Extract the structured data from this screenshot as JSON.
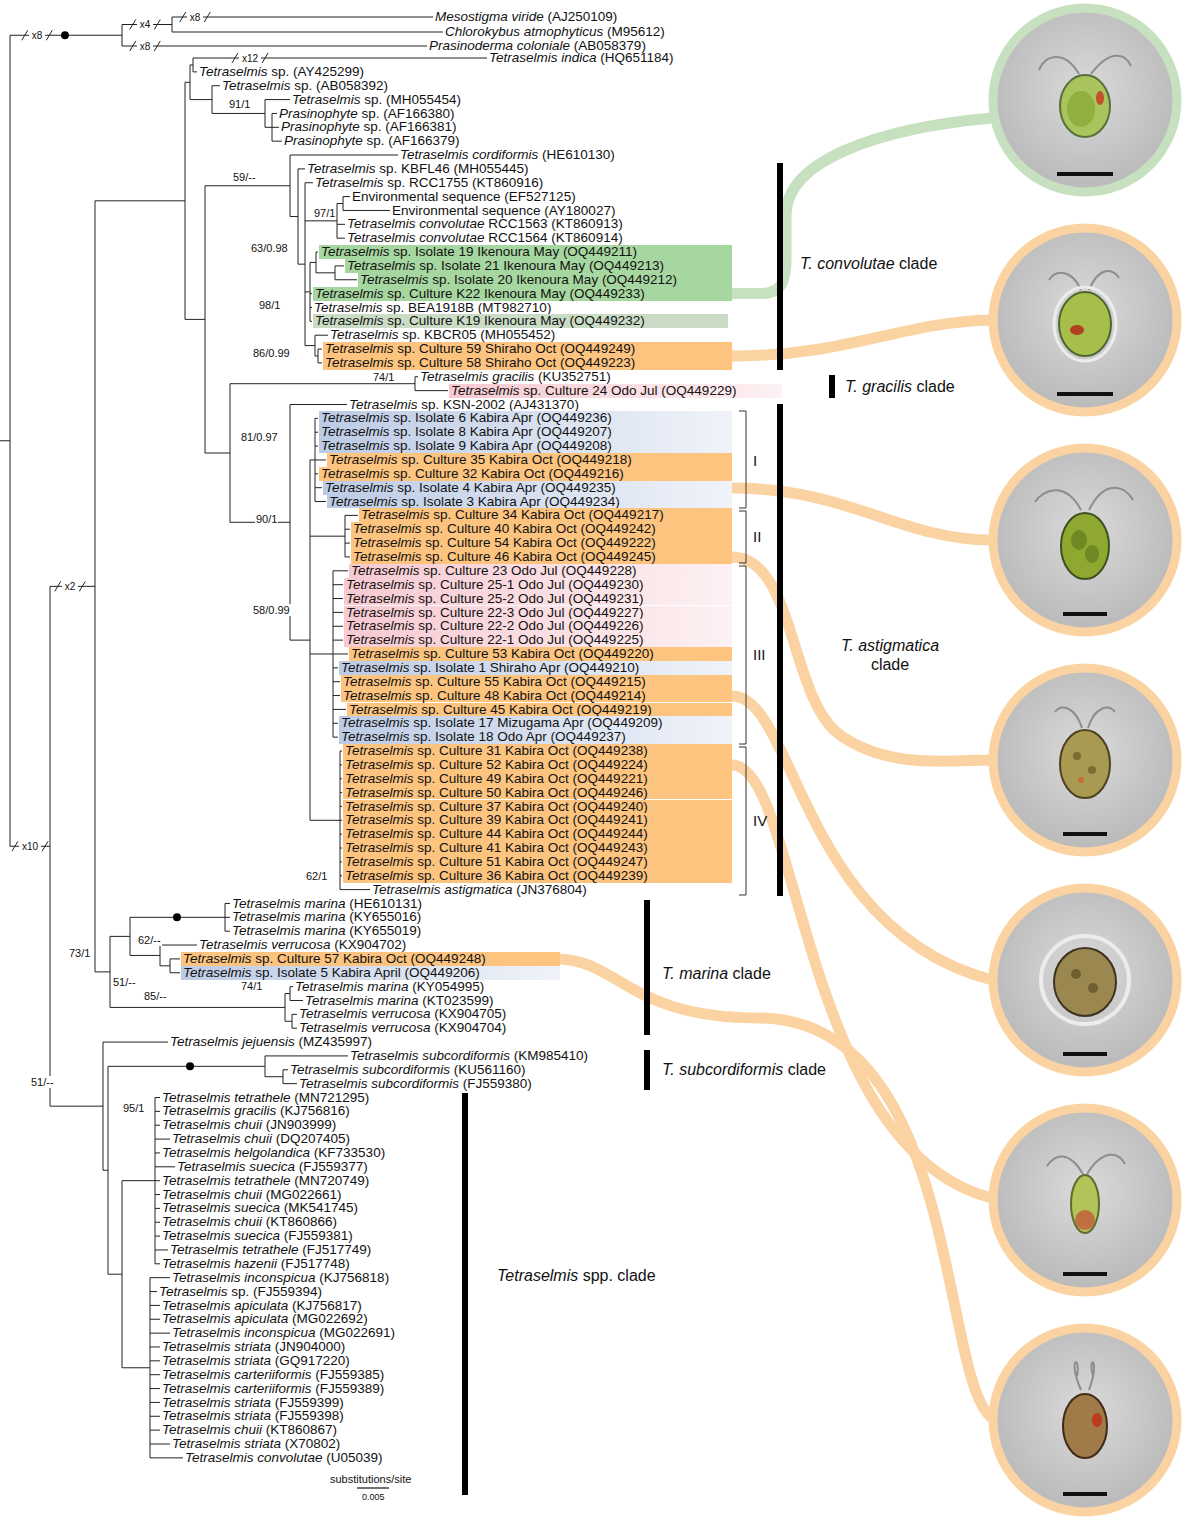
{
  "diagram": {
    "nodes": [
      {
        "text": [
          "Tetraselmis sp. Isolate 19 Ikenoura May (OQ449211)"
        ]
      },
      {
        "text": [
          "Tetraselmis sp. Isolate 21 Ikenoura May (OQ449213)"
        ]
      },
      {
        "text": [
          "Tetraselmis sp. Isolate 20 Ikenoura May (OQ449212)"
        ]
      },
      {
        "text": [
          "Tetraselmis sp. Culture K22 Ikenoura May (OQ449233)"
        ]
      },
      {
        "text": [
          "Tetraselmis sp. Culture K19 Ikenoura May (OQ449232)"
        ]
      },
      {
        "text": [
          "Tetraselmis sp. Culture 59 Shiraho Oct (OQ449249)"
        ]
      },
      {
        "text": [
          "Tetraselmis sp. Culture 58 Shiraho Oct (OQ449223)"
        ]
      },
      {
        "text": [
          "Tetraselmis sp. Culture 24 Odo Jul (OQ449229)"
        ]
      },
      {
        "text": [
          "Tetraselmis sp. Isolate 6 Kabira Apr (OQ449236)"
        ]
      },
      {
        "text": [
          "Tetraselmis sp. Isolate 8 Kabira Apr (OQ449207)"
        ]
      },
      {
        "text": [
          "Tetraselmis sp. Isolate 9 Kabira Apr (OQ449208)"
        ]
      },
      {
        "text": [
          "Tetraselmis sp. Culture 35 Kabira Oct (OQ449218)"
        ]
      },
      {
        "text": [
          "Tetraselmis sp. Culture 32 Kabira Oct (OQ449216)"
        ]
      },
      {
        "text": [
          "Tetraselmis sp. Isolate 4 Kabira Apr (OQ449235)"
        ]
      },
      {
        "text": [
          "Tetraselmis sp. Isolate 3 Kabira Apr (OQ449234)"
        ]
      },
      {
        "text": [
          "Tetraselmis sp. Culture 34 Kabira Oct (OQ449217)"
        ]
      },
      {
        "text": [
          "Tetraselmis sp. Culture 40 Kabira Oct (OQ449242)"
        ]
      },
      {
        "text": [
          "Tetraselmis sp. Culture 54 Kabira Oct (OQ449222)"
        ]
      },
      {
        "text": [
          "Tetraselmis sp. Culture 46 Kabira Oct (OQ449245)"
        ]
      },
      {
        "text": [
          "Tetraselmis sp. Culture 23 Odo Jul (OQ449228)"
        ]
      },
      {
        "text": [
          "Tetraselmis sp. Culture 25-1 Odo Jul (OQ449230)"
        ]
      },
      {
        "text": [
          "Tetraselmis sp. Culture 25-2 Odo Jul (OQ449231)"
        ]
      },
      {
        "text": [
          "Tetraselmis sp. Culture 22-3 Odo Jul (OQ449227)"
        ]
      },
      {
        "text": [
          "Tetraselmis sp. Culture 22-2 Odo Jul (OQ449226)"
        ]
      },
      {
        "text": [
          "Tetraselmis sp. Culture 22-1 Odo Jul (OQ449225)"
        ]
      },
      {
        "text": [
          "Tetraselmis sp. Culture 53 Kabira Oct (OQ449220)"
        ]
      },
      {
        "text": [
          "Tetraselmis sp. Isolate 1 Shiraho Apr (OQ449210)"
        ]
      },
      {
        "text": [
          "Tetraselmis sp. Culture 55 Kabira Oct (OQ449215)"
        ]
      },
      {
        "text": [
          "Tetraselmis sp. Culture 48 Kabira Oct (OQ449214)"
        ]
      },
      {
        "text": [
          "Tetraselmis sp. Culture 45 Kabira Oct (OQ449219)"
        ]
      },
      {
        "text": [
          "Tetraselmis sp. Isolate 17 Mizugama Apr (OQ449209)"
        ]
      },
      {
        "text": [
          "Tetraselmis sp. Isolate 18 Odo Apr (OQ449237)"
        ]
      },
      {
        "text": [
          "Tetraselmis sp. Culture 31 Kabira Oct (OQ449238)"
        ]
      },
      {
        "text": [
          "Tetraselmis sp. Culture 52 Kabira Oct (OQ449224)"
        ]
      },
      {
        "text": [
          "Tetraselmis sp. Culture 49 Kabira Oct (OQ449221)"
        ]
      },
      {
        "text": [
          "Tetraselmis sp. Culture 50 Kabira Oct (OQ449246)"
        ]
      },
      {
        "text": [
          "Tetraselmis sp. Culture 37 Kabira Oct (OQ449240)"
        ]
      },
      {
        "text": [
          "Tetraselmis sp. Culture 39 Kabira Oct (OQ449241)"
        ]
      },
      {
        "text": [
          "Tetraselmis sp. Culture 44 Kabira Oct (OQ449244)"
        ]
      },
      {
        "text": [
          "Tetraselmis sp. Culture 41 Kabira Oct (OQ449243)"
        ]
      },
      {
        "text": [
          "Tetraselmis sp. Culture 51 Kabira Oct (OQ449247)"
        ]
      },
      {
        "text": [
          "Tetraselmis sp. Culture 36 Kabira Oct (OQ449239)"
        ]
      },
      {
        "text": [
          "Tetraselmis sp. Culture 57 Kabira Oct (OQ449248)"
        ]
      },
      {
        "text": [
          "Tetraselmis sp. Isolate 5 Kabira April (OQ449206)"
        ]
      }
    ],
    "labels": [
      "Mesostigma viride (AJ250109)",
      "Chlorokybus atmophyticus (M95612)",
      "Prasinoderma coloniale (AB058379)",
      "Tetraselmis indica (HQ651184)",
      "Tetraselmis sp. (AY425299)",
      "Tetraselmis sp. (AB058392)",
      "Tetraselmis sp. (MH055454)",
      "Prasinophyte sp. (AF166380)",
      "Prasinophyte sp. (AF166381)",
      "Prasinophyte sp. (AF166379)",
      "Tetraselmis cordiformis (HE610130)",
      "Tetraselmis sp. KBFL46 (MH055445)",
      "Tetraselmis sp. RCC1755 (KT860916)",
      "Environmental sequence (EF527125)",
      "Environmental sequence (AY180027)",
      "Tetraselmis convolutae RCC1563 (KT860913)",
      "Tetraselmis convolutae RCC1564 (KT860914)",
      "Tetraselmis sp. BEA1918B (MT982710)",
      "Tetraselmis sp. KBCR05 (MH055452)",
      "Tetraselmis gracilis (KU352751)",
      "Tetraselmis sp. KSN-2002 (AJ431370)",
      "Tetraselmis astigmatica (JN376804)",
      "Tetraselmis marina (HE610131)",
      "Tetraselmis marina (KY655016)",
      "Tetraselmis marina (KY655019)",
      "Tetraselmis verrucosa (KX904702)",
      "Tetraselmis marina (KY054995)",
      "Tetraselmis marina (KT023599)",
      "Tetraselmis verrucosa (KX904705)",
      "Tetraselmis verrucosa (KX904704)",
      "Tetraselmis jejuensis (MZ435997)",
      "Tetraselmis subcordiformis (KM985410)",
      "Tetraselmis subcordiformis (KU561160)",
      "Tetraselmis subcordiformis (FJ559380)",
      "Tetraselmis tetrathele (MN721295)",
      "Tetraselmis gracilis (KJ756816)",
      "Tetraselmis chuii (JN903999)",
      "Tetraselmis chuii (DQ207405)",
      "Tetraselmis helgolandica (KF733530)",
      "Tetraselmis suecica (FJ559377)",
      "Tetraselmis tetrathele (MN720749)",
      "Tetraselmis chuii (MG022661)",
      "Tetraselmis suecica (MK541745)",
      "Tetraselmis chuii (KT860866)",
      "Tetraselmis suecica (FJ559381)",
      "Tetraselmis tetrathele (FJ517749)",
      "Tetraselmis hazenii (FJ517748)",
      "Tetraselmis inconspicua (KJ756818)",
      "Tetraselmis sp. (FJ559394)",
      "Tetraselmis apiculata (KJ756817)",
      "Tetraselmis apiculata (MG022692)",
      "Tetraselmis inconspicua (MG022691)",
      "Tetraselmis striata (JN904000)",
      "Tetraselmis striata (GQ917220)",
      "Tetraselmis carteriiformis (FJ559385)",
      "Tetraselmis carteriiformis (FJ559389)",
      "Tetraselmis striata (FJ559399)",
      "Tetraselmis striata (FJ559398)",
      "Tetraselmis chuii (KT860867)",
      "Tetraselmis striata (X70802)",
      "Tetraselmis convolutae (U05039)",
      "T. convolutae clade",
      "T. gracilis clade",
      "T. astigmatica clade",
      "T. marina clade",
      "T. subcordiformis clade",
      "Tetraselmis spp. clade",
      "I",
      "II",
      "III",
      "IV",
      "91/1",
      "59/--",
      "97/1",
      "63/0.98",
      "98/1",
      "86/0.99",
      "74/1",
      "81/0.97",
      "90/1",
      "58/0.99",
      "62/1",
      "62/--",
      "73/1",
      "51/--",
      "85/--",
      "74/1",
      "51/--",
      "95/1",
      "x8",
      "x4",
      "x8",
      "x8",
      "x12",
      "x2",
      "x10",
      "substitutions/site",
      "0.005"
    ]
  }
}
